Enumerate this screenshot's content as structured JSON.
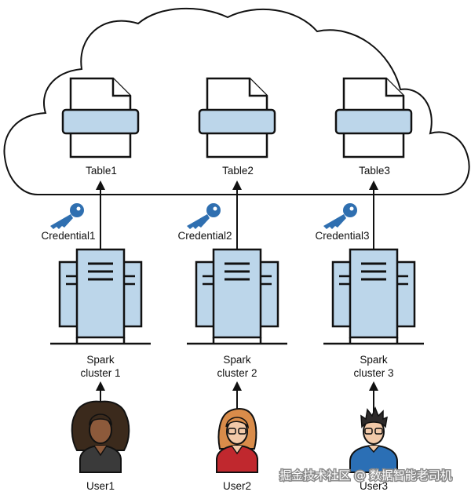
{
  "tables": [
    {
      "label": "Table1"
    },
    {
      "label": "Table2"
    },
    {
      "label": "Table3"
    }
  ],
  "credentials": [
    {
      "label": "Credential1"
    },
    {
      "label": "Credential2"
    },
    {
      "label": "Credential3"
    }
  ],
  "clusters": [
    {
      "line1": "Spark",
      "line2": "cluster 1"
    },
    {
      "line1": "Spark",
      "line2": "cluster 2"
    },
    {
      "line1": "Spark",
      "line2": "cluster 3"
    }
  ],
  "users": [
    {
      "label": "User1"
    },
    {
      "label": "User2"
    },
    {
      "label": "User3"
    }
  ],
  "watermark": "掘金技术社区 @ 数据智能老司机",
  "colors": {
    "line": "#111111",
    "document_band": "#bcd6ea",
    "server_fill": "#bcd6ea",
    "key": "#2f6fb0",
    "user1_shirt": "#3a3a3a",
    "user2_shirt": "#c0282e",
    "user3_shirt": "#2b6fb5"
  }
}
